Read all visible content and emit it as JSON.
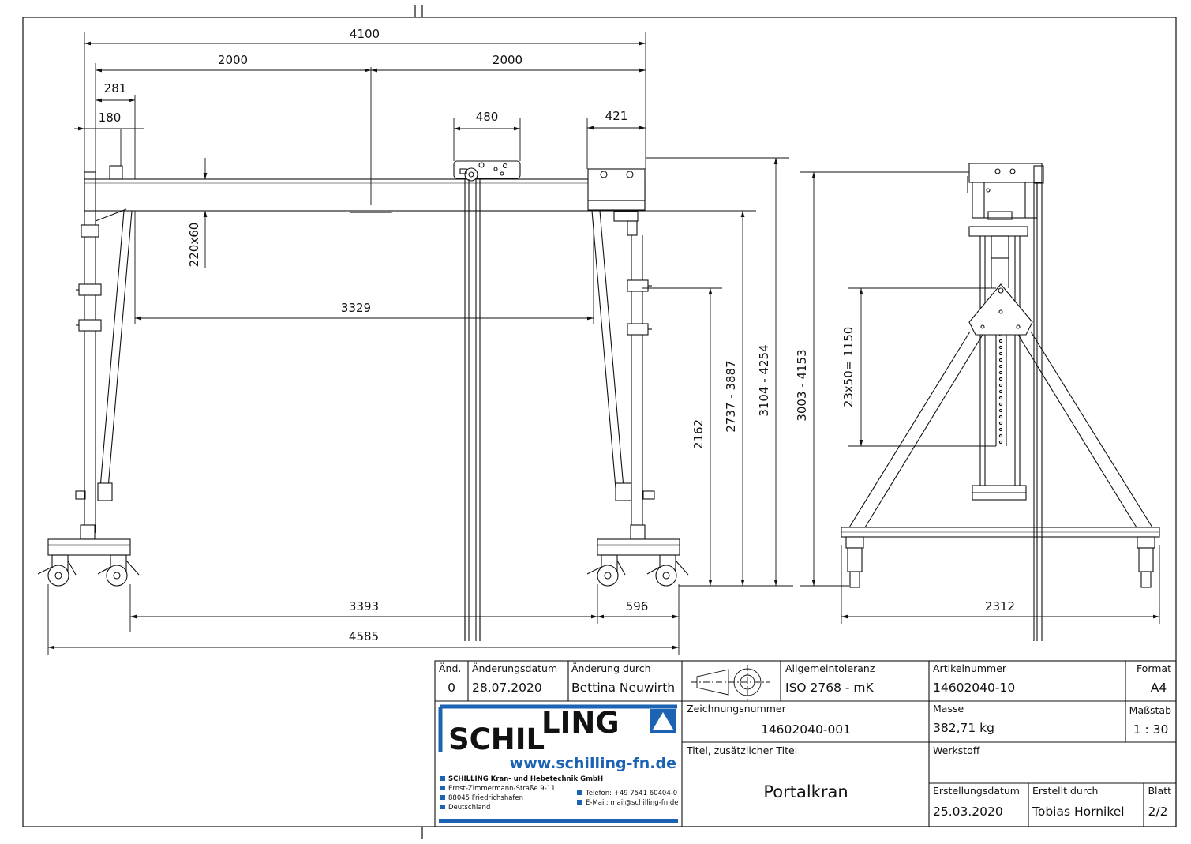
{
  "dimensions": {
    "front_view": {
      "total_width": "4100",
      "half_left": "2000",
      "half_right": "2000",
      "offset_281": "281",
      "offset_180": "180",
      "trolley_width": "480",
      "end_carriage_width": "421",
      "beam_profile": "220x60",
      "clear_width": "3329",
      "wheel_base": "3393",
      "wheel_offset": "596",
      "overall_length": "4585",
      "height_2162": "2162",
      "height_range_1": "2737 - 3887",
      "height_range_2": "3104 - 4254"
    },
    "side_view": {
      "height_range": "3003 - 4153",
      "hole_pitch": "23x50= 1150",
      "frame_width": "2312"
    }
  },
  "title_block": {
    "rev_header": "Änd.",
    "rev_value": "0",
    "change_date_header": "Änderungsdatum",
    "change_date_value": "28.07.2020",
    "change_by_header": "Änderung durch",
    "change_by_value": "Bettina Neuwirth",
    "tolerance_header": "Allgemeintoleranz",
    "tolerance_value": "ISO 2768 - mK",
    "article_header": "Artikelnummer",
    "article_value": "14602040-10",
    "format_header": "Format",
    "format_value": "A4",
    "drawing_no_header": "Zeichnungsnummer",
    "drawing_no_value": "14602040-001",
    "mass_header": "Masse",
    "mass_value": "382,71 kg",
    "scale_header": "Maßstab",
    "scale_value": "1 : 30",
    "title_header": "Titel, zusätzlicher Titel",
    "title_value": "Portalkran",
    "material_header": "Werkstoff",
    "created_date_header": "Erstellungsdatum",
    "created_date_value": "25.03.2020",
    "created_by_header": "Erstellt durch",
    "created_by_value": "Tobias Hornikel",
    "sheet_header": "Blatt",
    "sheet_value": "2/2"
  },
  "company": {
    "logo_left": "SCHIL",
    "logo_right": "LING",
    "website": "www.schilling-fn.de",
    "name": "SCHILLING Kran- und Hebetechnik GmbH",
    "street": "Ernst-Zimmermann-Straße 9-11",
    "city": "88045 Friedrichshafen",
    "country": "Deutschland",
    "phone": "Telefon: +49 7541 60404-0",
    "email": "E-Mail: mail@schilling-fn.de",
    "brand_color": "#1c63b4"
  }
}
